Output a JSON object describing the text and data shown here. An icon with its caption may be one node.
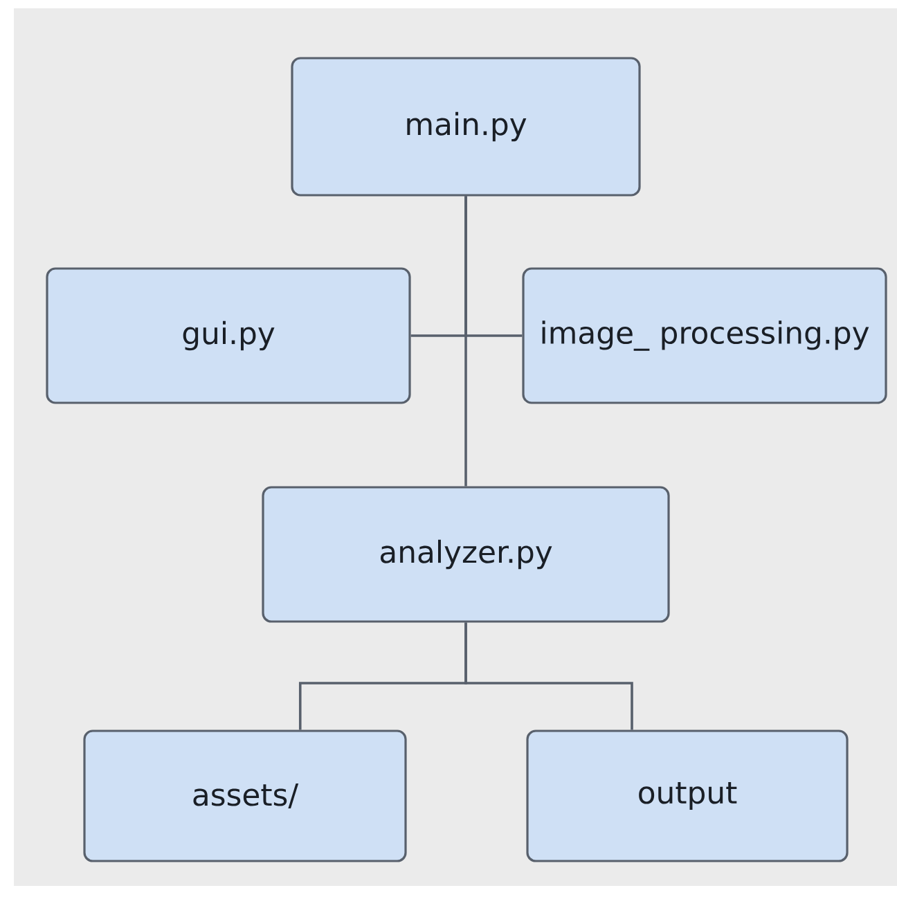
{
  "diagram": {
    "nodes": [
      {
        "text": [
          "main.py"
        ]
      },
      {
        "text": [
          "gui.py"
        ]
      },
      {
        "text": [
          "image_ processing.py"
        ]
      },
      {
        "text": [
          "analyzer.py"
        ]
      },
      {
        "text": [
          "assets/"
        ]
      },
      {
        "text": [
          "output"
        ]
      }
    ],
    "edges": [
      {
        "from": 0,
        "to": 1,
        "arrow": "none"
      },
      {
        "from": 0,
        "to": 2,
        "arrow": "none"
      },
      {
        "from": 0,
        "to": 3,
        "arrow": "none"
      },
      {
        "from": 3,
        "to": 4,
        "arrow": "none"
      },
      {
        "from": 3,
        "to": 5,
        "arrow": "none"
      }
    ]
  }
}
